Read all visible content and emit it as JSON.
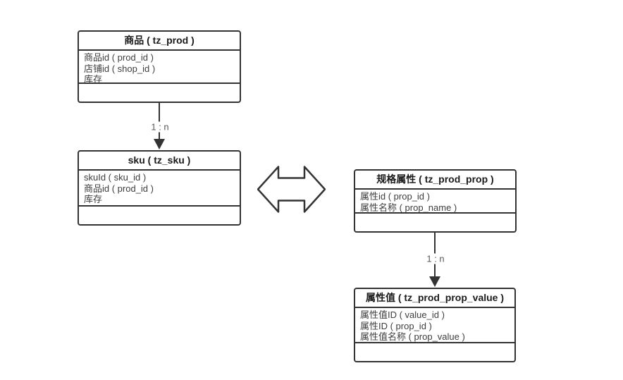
{
  "diagram": {
    "background": "#ffffff",
    "stroke_color": "#333333",
    "title_color": "#1a1a1a",
    "field_color": "#3d3d3d",
    "label_color": "#595959"
  },
  "entities": [
    {
      "title": "商品 ( tz_prod )",
      "fields": [
        "商品id ( prod_id )",
        "店铺id ( shop_id )",
        "库存"
      ]
    },
    {
      "title": "sku ( tz_sku )",
      "fields": [
        "skuId ( sku_id )",
        "商品id ( prod_id )",
        "库存"
      ]
    },
    {
      "title": "规格属性 ( tz_prod_prop )",
      "fields": [
        "属性id ( prop_id )",
        "属性名称 ( prop_name )"
      ]
    },
    {
      "title": "属性值 ( tz_prod_prop_value )",
      "fields": [
        "属性值ID ( value_id )",
        "属性ID ( prop_id )",
        "属性值名称 ( prop_value )"
      ]
    }
  ],
  "connectors": [
    {
      "from": "商品 ( tz_prod )",
      "to": "sku ( tz_sku )",
      "label": "1 : n",
      "icon": "arrow-down-icon"
    },
    {
      "from": "规格属性 ( tz_prod_prop )",
      "to": "属性值 ( tz_prod_prop_value )",
      "label": "1 : n",
      "icon": "arrow-down-icon"
    }
  ],
  "bidirectional_link": {
    "between": [
      "sku ( tz_sku )",
      "规格属性 ( tz_prod_prop )"
    ],
    "icon": "double-headed-arrow-icon"
  },
  "icons": {
    "arrow-down-icon": "filled css triangle pointing down",
    "double-headed-arrow-icon": "outlined left-right block arrow (svg polygon)"
  }
}
